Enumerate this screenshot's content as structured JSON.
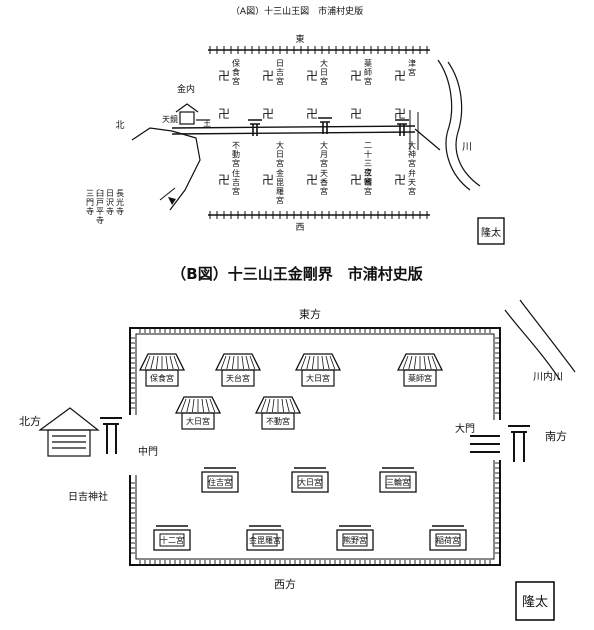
{
  "captions": {
    "map_a": "（A図）十三山王図　市浦村史版",
    "map_b": "（B図）十三山王金剛界　市浦村史版"
  },
  "map_a": {
    "directions": {
      "east": "東",
      "west": "西",
      "north": "北"
    },
    "temples_top": [
      "保食宮",
      "日吉宮",
      "大日宮",
      "薬師宮",
      "津宮"
    ],
    "temples_mid": [
      "不動宮",
      "大日宮",
      "大月宮",
      "二十三夜宮",
      "大神宮"
    ],
    "temples_bottom": [
      "住吉宮",
      "金毘羅宮",
      "天香宮",
      "三輪宮",
      "弁天宮"
    ],
    "left_temples": [
      "三門寺",
      "臼戸平寺",
      "日沢寺",
      "長光寺"
    ],
    "river_label": "川",
    "label_top_left": [
      "金内",
      "天鏡"
    ],
    "label_marker": "王"
  },
  "map_b": {
    "directions": {
      "east": "東方",
      "west": "西方",
      "north": "北方",
      "south": "南方"
    },
    "temples_row1": [
      "保食宮",
      "天台宮",
      "大日宮",
      "薬師宮"
    ],
    "temples_row2": [
      "大日宮",
      "不動宮"
    ],
    "temples_row3": [
      "住吉宮",
      "大日宮",
      "三輪宮"
    ],
    "temples_row4": [
      "十二宮",
      "金毘羅宮",
      "熊野宮",
      "稲荷宮"
    ],
    "gate_label": "大門",
    "west_gate_label": "中門",
    "shrine_left_label": "日吉神社",
    "river_label": "川内川",
    "seal": "隆太"
  }
}
